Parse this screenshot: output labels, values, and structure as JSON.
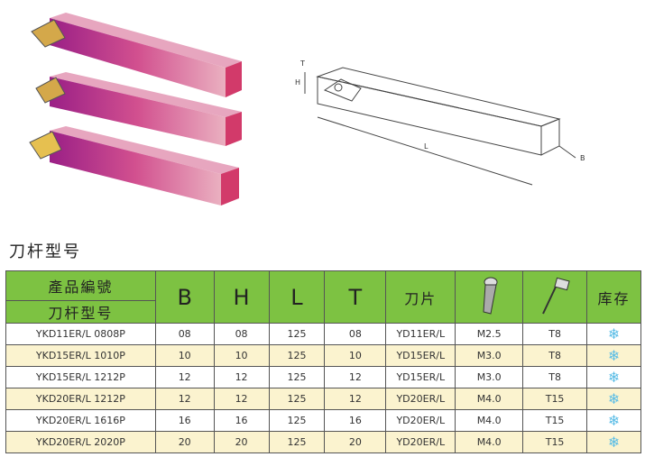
{
  "section_title": "刀杆型号",
  "header": {
    "product_code": "產品編號",
    "holder_model": "刀杆型号",
    "B": "B",
    "H": "H",
    "L": "L",
    "T": "T",
    "insert": "刀片",
    "screw_icon": "screw-icon",
    "key_icon": "torx-key-icon",
    "stock": "库存"
  },
  "drawing_labels": {
    "T": "T",
    "H": "H",
    "L": "L",
    "B": "B"
  },
  "rows": [
    {
      "model": "YKD11ER/L 0808P",
      "B": "08",
      "H": "08",
      "L": "125",
      "T": "08",
      "insert": "YD11ER/L",
      "screw": "M2.5",
      "key": "T8",
      "stock": "❄"
    },
    {
      "model": "YKD15ER/L 1010P",
      "B": "10",
      "H": "10",
      "L": "125",
      "T": "10",
      "insert": "YD15ER/L",
      "screw": "M3.0",
      "key": "T8",
      "stock": "❄"
    },
    {
      "model": "YKD15ER/L 1212P",
      "B": "12",
      "H": "12",
      "L": "125",
      "T": "12",
      "insert": "YD15ER/L",
      "screw": "M3.0",
      "key": "T8",
      "stock": "❄"
    },
    {
      "model": "YKD20ER/L 1212P",
      "B": "12",
      "H": "12",
      "L": "125",
      "T": "12",
      "insert": "YD20ER/L",
      "screw": "M4.0",
      "key": "T15",
      "stock": "❄"
    },
    {
      "model": "YKD20ER/L 1616P",
      "B": "16",
      "H": "16",
      "L": "125",
      "T": "16",
      "insert": "YD20ER/L",
      "screw": "M4.0",
      "key": "T15",
      "stock": "❄"
    },
    {
      "model": "YKD20ER/L 2020P",
      "B": "20",
      "H": "20",
      "L": "125",
      "T": "20",
      "insert": "YD20ER/L",
      "screw": "M4.0",
      "key": "T15",
      "stock": "❄"
    }
  ]
}
